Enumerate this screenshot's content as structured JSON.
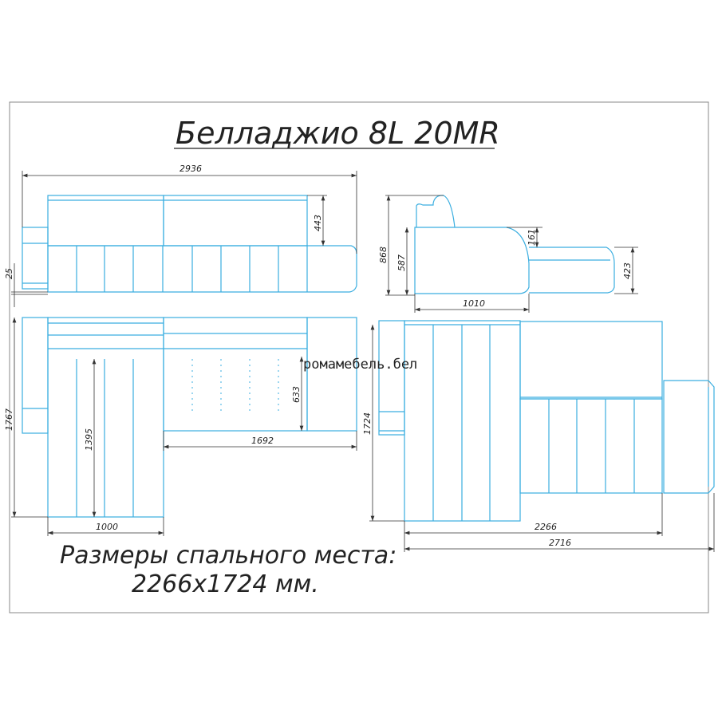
{
  "title": "Белладжио 8L 20MR",
  "dimensions": {
    "front_width": "2936",
    "back_height": "443",
    "leg_height": "25",
    "total_height": "868",
    "seat_height": "587",
    "armrest_drop": "161",
    "extension_height": "423",
    "depth": "1010",
    "corner_depth": "1767",
    "chaise_inner": "1395",
    "seat_depth": "633",
    "section_width": "1692",
    "chaise_width": "1000",
    "bed_depth": "1724",
    "bed_length": "2266",
    "unfolded_length": "2716"
  },
  "caption": {
    "line1": "Размеры спального места:",
    "line2": "2266x1724 мм."
  },
  "watermark": "ромамебель.бел",
  "colors": {
    "outline": "#3aaee0",
    "dimension": "#333333",
    "frame": "#888888"
  }
}
